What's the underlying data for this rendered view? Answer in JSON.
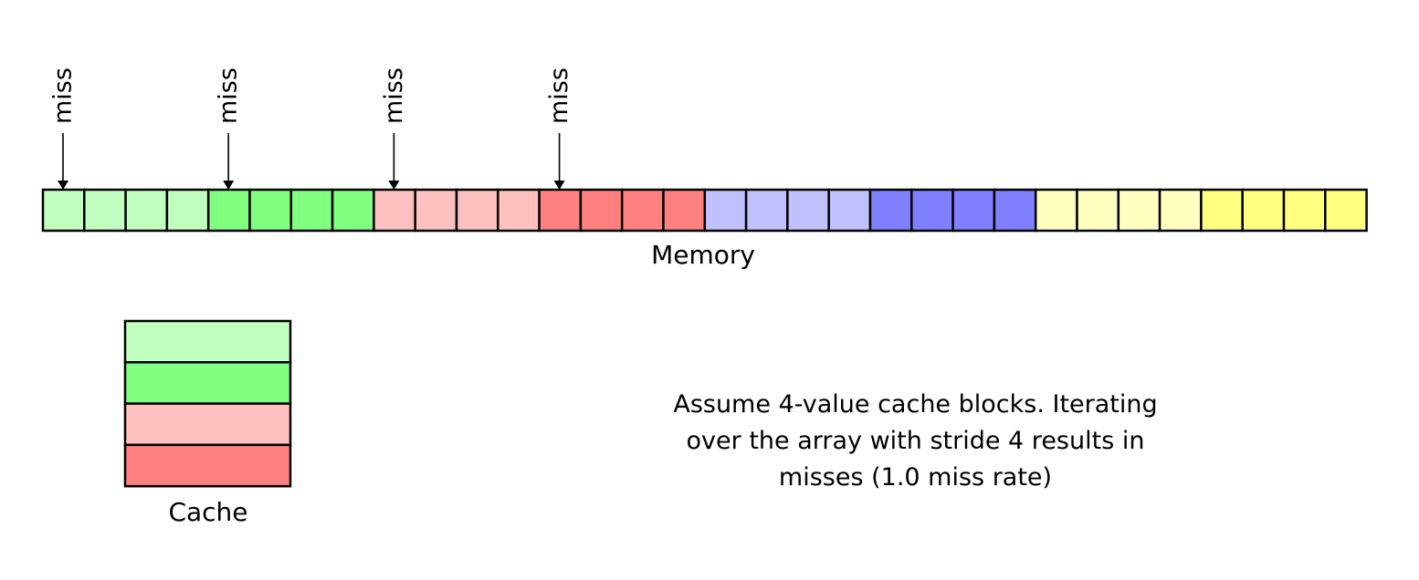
{
  "memory": {
    "label": "Memory",
    "cells": [
      "#c0ffc0",
      "#c0ffc0",
      "#c0ffc0",
      "#c0ffc0",
      "#80ff80",
      "#80ff80",
      "#80ff80",
      "#80ff80",
      "#ffc0c0",
      "#ffc0c0",
      "#ffc0c0",
      "#ffc0c0",
      "#ff8080",
      "#ff8080",
      "#ff8080",
      "#ff8080",
      "#c0c0ff",
      "#c0c0ff",
      "#c0c0ff",
      "#c0c0ff",
      "#8080ff",
      "#8080ff",
      "#8080ff",
      "#8080ff",
      "#ffffc0",
      "#ffffc0",
      "#ffffc0",
      "#ffffc0",
      "#ffff80",
      "#ffff80",
      "#ffff80",
      "#ffff80"
    ]
  },
  "accesses": [
    {
      "cell_index": 0,
      "label": "miss"
    },
    {
      "cell_index": 4,
      "label": "miss"
    },
    {
      "cell_index": 8,
      "label": "miss"
    },
    {
      "cell_index": 12,
      "label": "miss"
    }
  ],
  "cache": {
    "label": "Cache",
    "blocks": [
      "#c0ffc0",
      "#80ff80",
      "#ffc0c0",
      "#ff8080"
    ]
  },
  "caption": {
    "line1": "Assume 4-value cache blocks. Iterating",
    "line2": "over the array with stride 4 results in",
    "line3": "misses (1.0 miss rate)"
  }
}
